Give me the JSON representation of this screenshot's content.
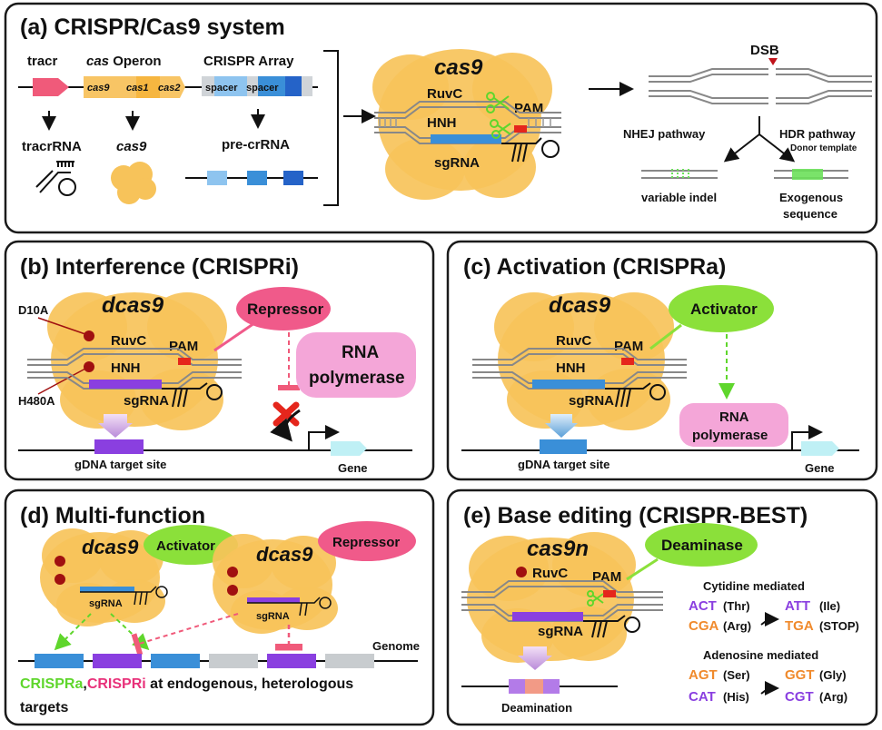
{
  "panel_a": {
    "title": "(a) CRISPR/Cas9 system",
    "tracr": "tracr",
    "cas_operon_italic": "cas",
    "cas_operon_rest": " Operon",
    "crispr_array": "CRISPR Array",
    "operon_genes": [
      "cas9",
      "cas1",
      "cas2"
    ],
    "spacers": [
      "spacer",
      "spacer"
    ],
    "tracrRNA": "tracrRNA",
    "cas9_product": "cas9",
    "pre_crRNA": "pre-crRNA",
    "cas9_label": "cas9",
    "ruvc": "RuvC",
    "hnh": "HNH",
    "pam": "PAM",
    "sgrna": "sgRNA",
    "dsb": "DSB",
    "nhej": "NHEJ pathway",
    "hdr": "HDR pathway",
    "donor": "Donor template",
    "variable_indel": "variable indel",
    "exogenous_1": "Exogenous",
    "exogenous_2": "sequence"
  },
  "panel_b": {
    "title": "(b) Interference (CRISPRi)",
    "dcas9": "dcas9",
    "repressor": "Repressor",
    "d10a": "D10A",
    "h480a": "H480A",
    "ruvc": "RuvC",
    "hnh": "HNH",
    "pam": "PAM",
    "sgrna": "sgRNA",
    "rnap_1": "RNA",
    "rnap_2": "polymerase",
    "target": "gDNA target site",
    "gene": "Gene"
  },
  "panel_c": {
    "title": "(c) Activation (CRISPRa)",
    "dcas9": "dcas9",
    "activator": "Activator",
    "ruvc": "RuvC",
    "hnh": "HNH",
    "pam": "PAM",
    "sgrna": "sgRNA",
    "rnap_1": "RNA",
    "rnap_2": "polymerase",
    "target": "gDNA target site",
    "gene": "Gene"
  },
  "panel_d": {
    "title": "(d) Multi-function",
    "dcas9_left": "dcas9",
    "dcas9_right": "dcas9",
    "activator": "Activator",
    "repressor": "Repressor",
    "sgrna_left": "sgRNA",
    "sgrna_right": "sgRNA",
    "genome": "Genome",
    "crispra": "CRISPRa",
    "comma": ",",
    "crispri": "CRISPRi",
    "rest_line1": " at endogenous, heterologous",
    "line2": "targets",
    "colors": {
      "crispra": "#5fd62c",
      "crispri": "#e8317a"
    }
  },
  "panel_e": {
    "title": "(e) Base editing (CRISPR-BEST)",
    "cas9n": "cas9n",
    "deaminase": "Deaminase",
    "ruvc": "RuvC",
    "pam": "PAM",
    "sgrna": "sgRNA",
    "deamination": "Deamination",
    "cytidine_title": "Cytidine mediated",
    "adenosine_title": "Adenosine mediated",
    "cyt_rows": [
      {
        "from_a": "A",
        "from_b": "CT",
        "from_aa": "(Thr)",
        "to_a": "A",
        "to_b": "TT",
        "to_aa": "(Ile)"
      },
      {
        "from_a": "C",
        "from_b": "GA",
        "from_aa": "(Arg)",
        "to_a": "T",
        "to_b": "GA",
        "to_aa": "(STOP)"
      }
    ],
    "ade_rows": [
      {
        "from_a": "A",
        "from_b": "GT",
        "from_aa": "(Ser)",
        "to_a": "G",
        "to_b": "GT",
        "to_aa": "(Gly)"
      },
      {
        "from_a": "C",
        "from_b": "AT",
        "from_aa": "(His)",
        "to_a": "C",
        "to_b": "GT",
        "to_aa": "(Arg)"
      }
    ]
  },
  "colors": {
    "cas_body": "#f7c35a",
    "sgrna_blue": "#3a8fd8",
    "sgrna_purple": "#8a3fe0",
    "pam_red": "#e5261c",
    "repressor": "#f05a8a",
    "activator": "#8be03a",
    "rnap": "#f4a6d8",
    "gene": "#bff0f5",
    "tracr": "#f05a7a",
    "operon": "#f8c565",
    "dsb_red": "#c0121a",
    "donor_green": "#6be05a"
  }
}
